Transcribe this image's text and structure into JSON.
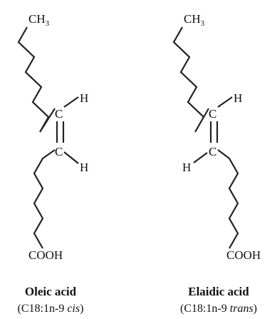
{
  "molecules": [
    {
      "key": "oleic",
      "name": "Oleic acid",
      "formula_prefix": "(C18:1n-9 ",
      "formula_italic": "cis",
      "formula_suffix": ")",
      "top_group_main": "CH",
      "top_group_sub": "3",
      "upper_carbon": "C",
      "lower_carbon": "C",
      "upper_h": "H",
      "lower_h": "H",
      "bottom_group": "COOH"
    },
    {
      "key": "elaidic",
      "name": "Elaidic acid",
      "formula_prefix": "(C18:1n-9 ",
      "formula_italic": "trans",
      "formula_suffix": ")",
      "top_group_main": "CH",
      "top_group_sub": "3",
      "upper_carbon": "C",
      "lower_carbon": "C",
      "upper_h": "H",
      "lower_h": "H",
      "bottom_group": "COOH"
    }
  ]
}
